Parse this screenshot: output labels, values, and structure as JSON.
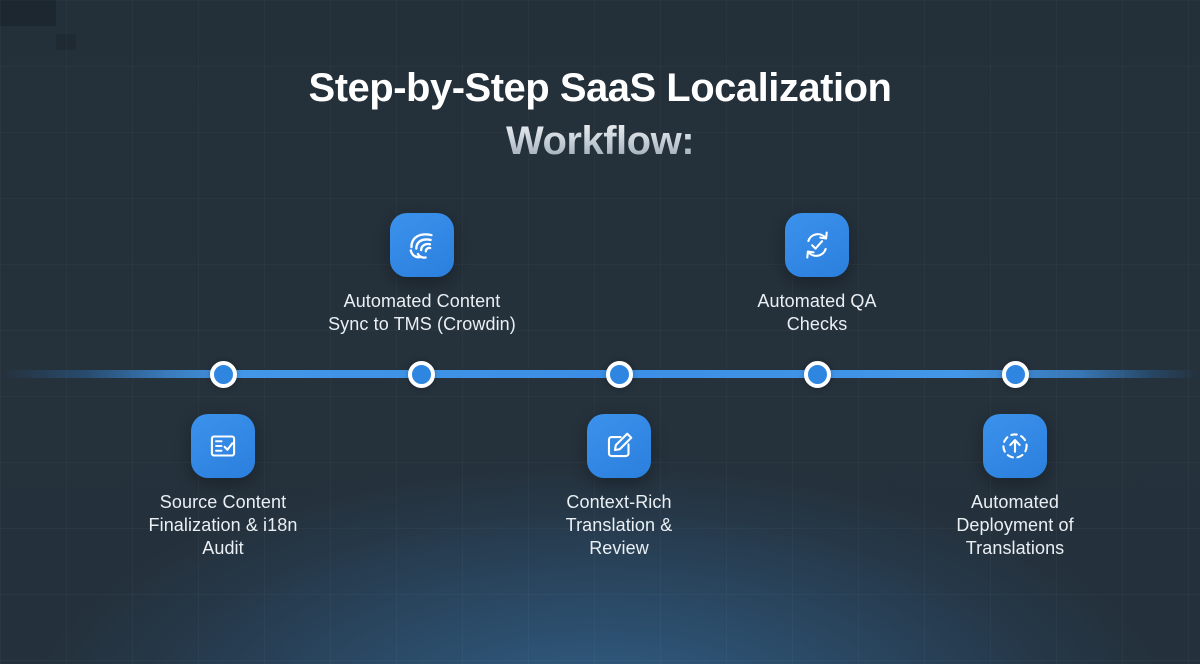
{
  "title": {
    "full": "Step-by-Step SaaS Localization Workflow:",
    "line1": "Step-by-Step SaaS Localization",
    "line2": "Workflow:"
  },
  "timeline": {
    "dot_count": 5,
    "steps": [
      {
        "label": "Source Content Finalization & i18n Audit",
        "icon": "checklist-icon",
        "side": "below"
      },
      {
        "label": "Automated Content Sync to TMS (Crowdin)",
        "icon": "crowdin-icon",
        "side": "above"
      },
      {
        "label": "Context-Rich Translation & Review",
        "icon": "edit-icon",
        "side": "below"
      },
      {
        "label": "Automated QA Checks",
        "icon": "sync-check-icon",
        "side": "above"
      },
      {
        "label": "Automated Deployment of Translations",
        "icon": "upload-arrow-icon",
        "side": "below"
      }
    ]
  },
  "colors": {
    "background": "#24313b",
    "icon_tile_blue": "#2e86e1",
    "timeline_blue": "#4397e8",
    "dot_fill": "#2e86e1",
    "dot_ring": "#ffffff",
    "label_text": "#eaeff4",
    "title_gradient_top": "#ffffff",
    "title_gradient_bottom": "#8d9aa7",
    "bottom_glow": "#3a7ebc"
  }
}
